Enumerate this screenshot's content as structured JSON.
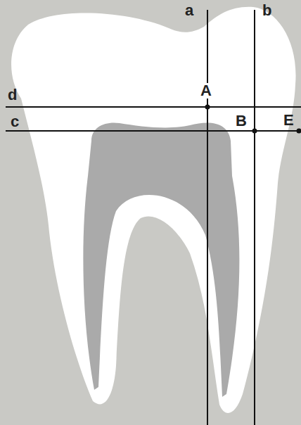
{
  "diagram": {
    "labels": [
      "a",
      "b",
      "d",
      "A",
      "c",
      "B",
      "E"
    ]
  }
}
